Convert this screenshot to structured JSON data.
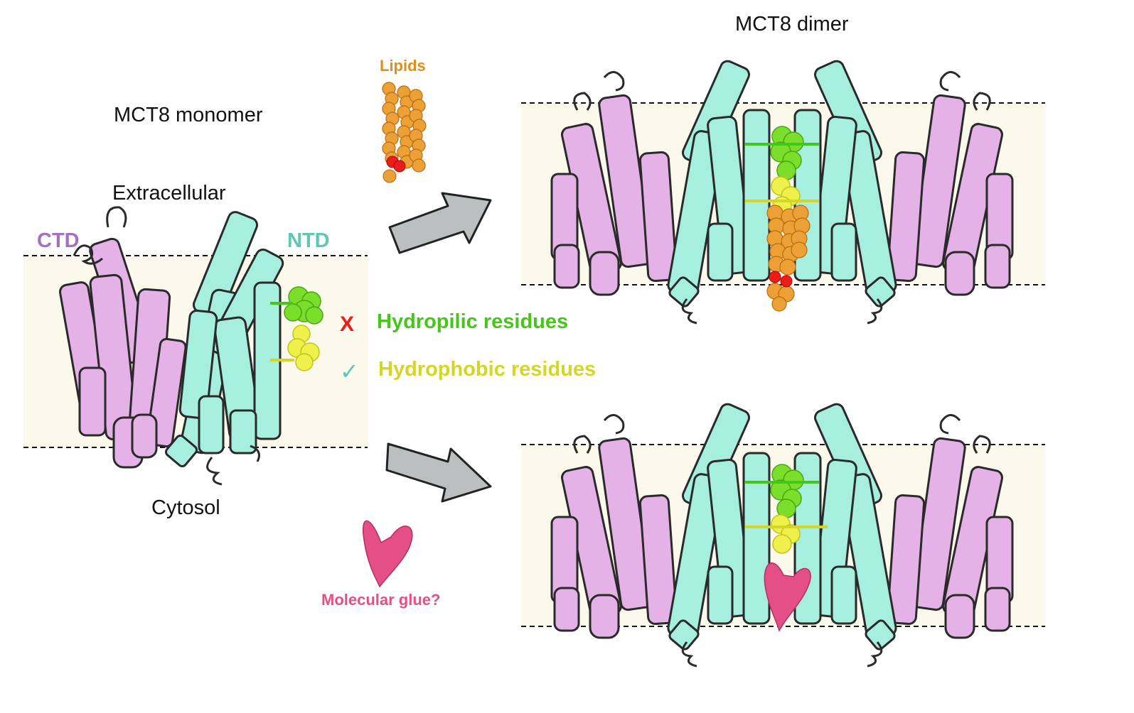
{
  "labels": {
    "monomer": "MCT8 monomer",
    "dimer": "MCT8 dimer",
    "lipids": "Lipids",
    "extracellular": "Extracellular",
    "cytosol": "Cytosol",
    "ctd": "CTD",
    "ntd": "NTD",
    "hydrophilic": "Hydropilic residues",
    "hydrophobic": "Hydrophobic residues",
    "glue": "Molecular glue?",
    "cross_mark": "X",
    "check_mark": "✓"
  },
  "colors": {
    "ctd": "#a56fc2",
    "ntd": "#62c6b4",
    "ctd_fill": "#e4b2e6",
    "ntd_fill": "#a6efde",
    "hydrophilic": "#47c61a",
    "hydrophobic": "#d4d626",
    "lipid": "#e59a2a",
    "glue": "#e44f86",
    "cross": "#ee1b1b",
    "membrane": "#fbf9ec"
  }
}
